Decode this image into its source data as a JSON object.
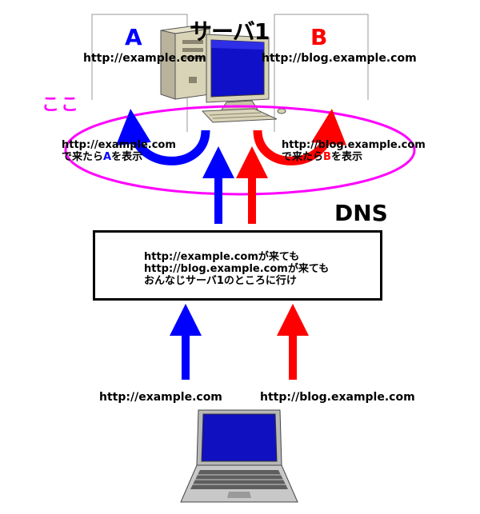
{
  "server": {
    "title": "サーバ1",
    "site_a": {
      "letter": "A",
      "url": "http://example.com"
    },
    "site_b": {
      "letter": "B",
      "url": "http://blog.example.com"
    }
  },
  "highlight": {
    "label": "ここ"
  },
  "rule_a": {
    "line1": "http://example.com",
    "line2_pre": "で来たら",
    "line2_letter": "A",
    "line2_post": "を表示"
  },
  "rule_b": {
    "line1": "http://blog.example.com",
    "line2_pre": "で来たら",
    "line2_letter": "B",
    "line2_post": "を表示"
  },
  "dns": {
    "title": "DNS",
    "lines": [
      "http://example.comが来ても",
      "http://blog.example.comが来ても",
      "おんなじサーバ1のところに行け"
    ]
  },
  "client": {
    "request_a": "http://example.com",
    "request_b": "http://blog.example.com"
  },
  "colors": {
    "site_a": "#0000ff",
    "site_b": "#ff0000",
    "highlight": "#ff00ff"
  }
}
